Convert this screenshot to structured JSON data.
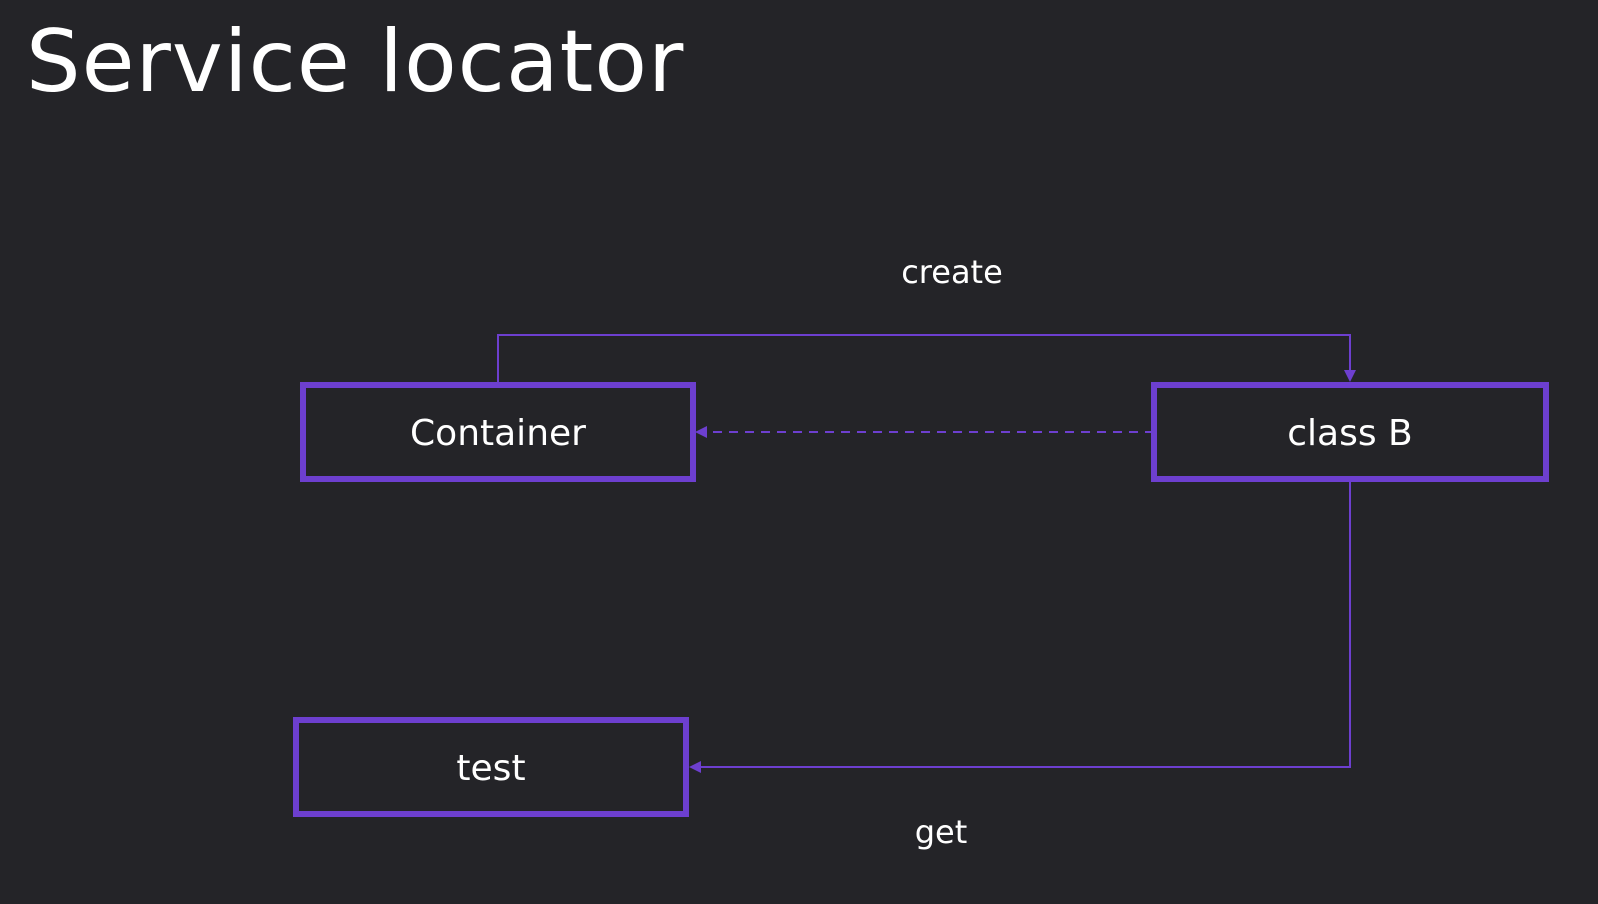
{
  "title": "Service locator",
  "colors": {
    "background": "#242428",
    "accent": "#6d3fcf",
    "text": "#ffffff"
  },
  "nodes": {
    "container": "Container",
    "class_b": "class B",
    "test": "test"
  },
  "edges": {
    "create": "create",
    "get": "get"
  }
}
